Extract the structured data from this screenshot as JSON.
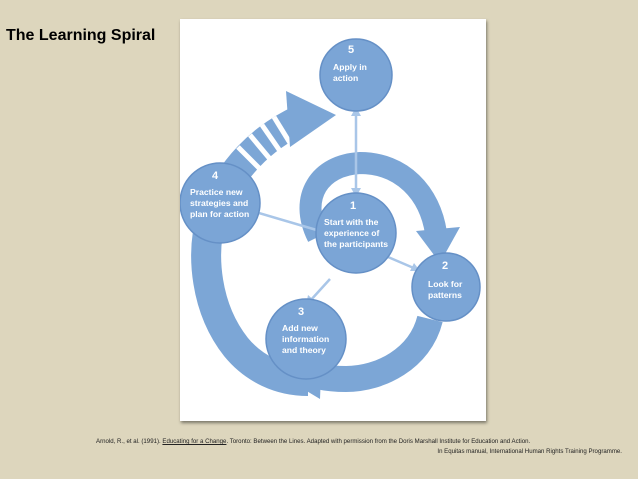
{
  "title": "The Learning Spiral",
  "diagram": {
    "colors": {
      "node": "#7ba5d6",
      "node_border": "#6590c6",
      "arrow": "#7ca6d6",
      "connector": "#a9c6e8",
      "frame": "#ffffff",
      "background": "#ddd6bd"
    },
    "nodes": [
      {
        "number": "5",
        "lines": [
          "Apply in",
          "action"
        ]
      },
      {
        "number": "4",
        "lines": [
          "Practice new",
          "strategies and",
          "plan for action"
        ]
      },
      {
        "number": "1",
        "lines": [
          "Start with the",
          "experience of",
          "the participants"
        ]
      },
      {
        "number": "2",
        "lines": [
          "Look for",
          "patterns"
        ]
      },
      {
        "number": "3",
        "lines": [
          "Add new",
          "information",
          "and theory"
        ]
      }
    ]
  },
  "citation": {
    "authors": "Arnold, R., et al. (1991).",
    "book": "Educating for a Change",
    "rest": ". Toronto: Between the Lines. Adapted with permission from the Doris Marshall Institute for Education and Action.",
    "line2": "In Equitas manual, International Human Rights Training Programme."
  }
}
